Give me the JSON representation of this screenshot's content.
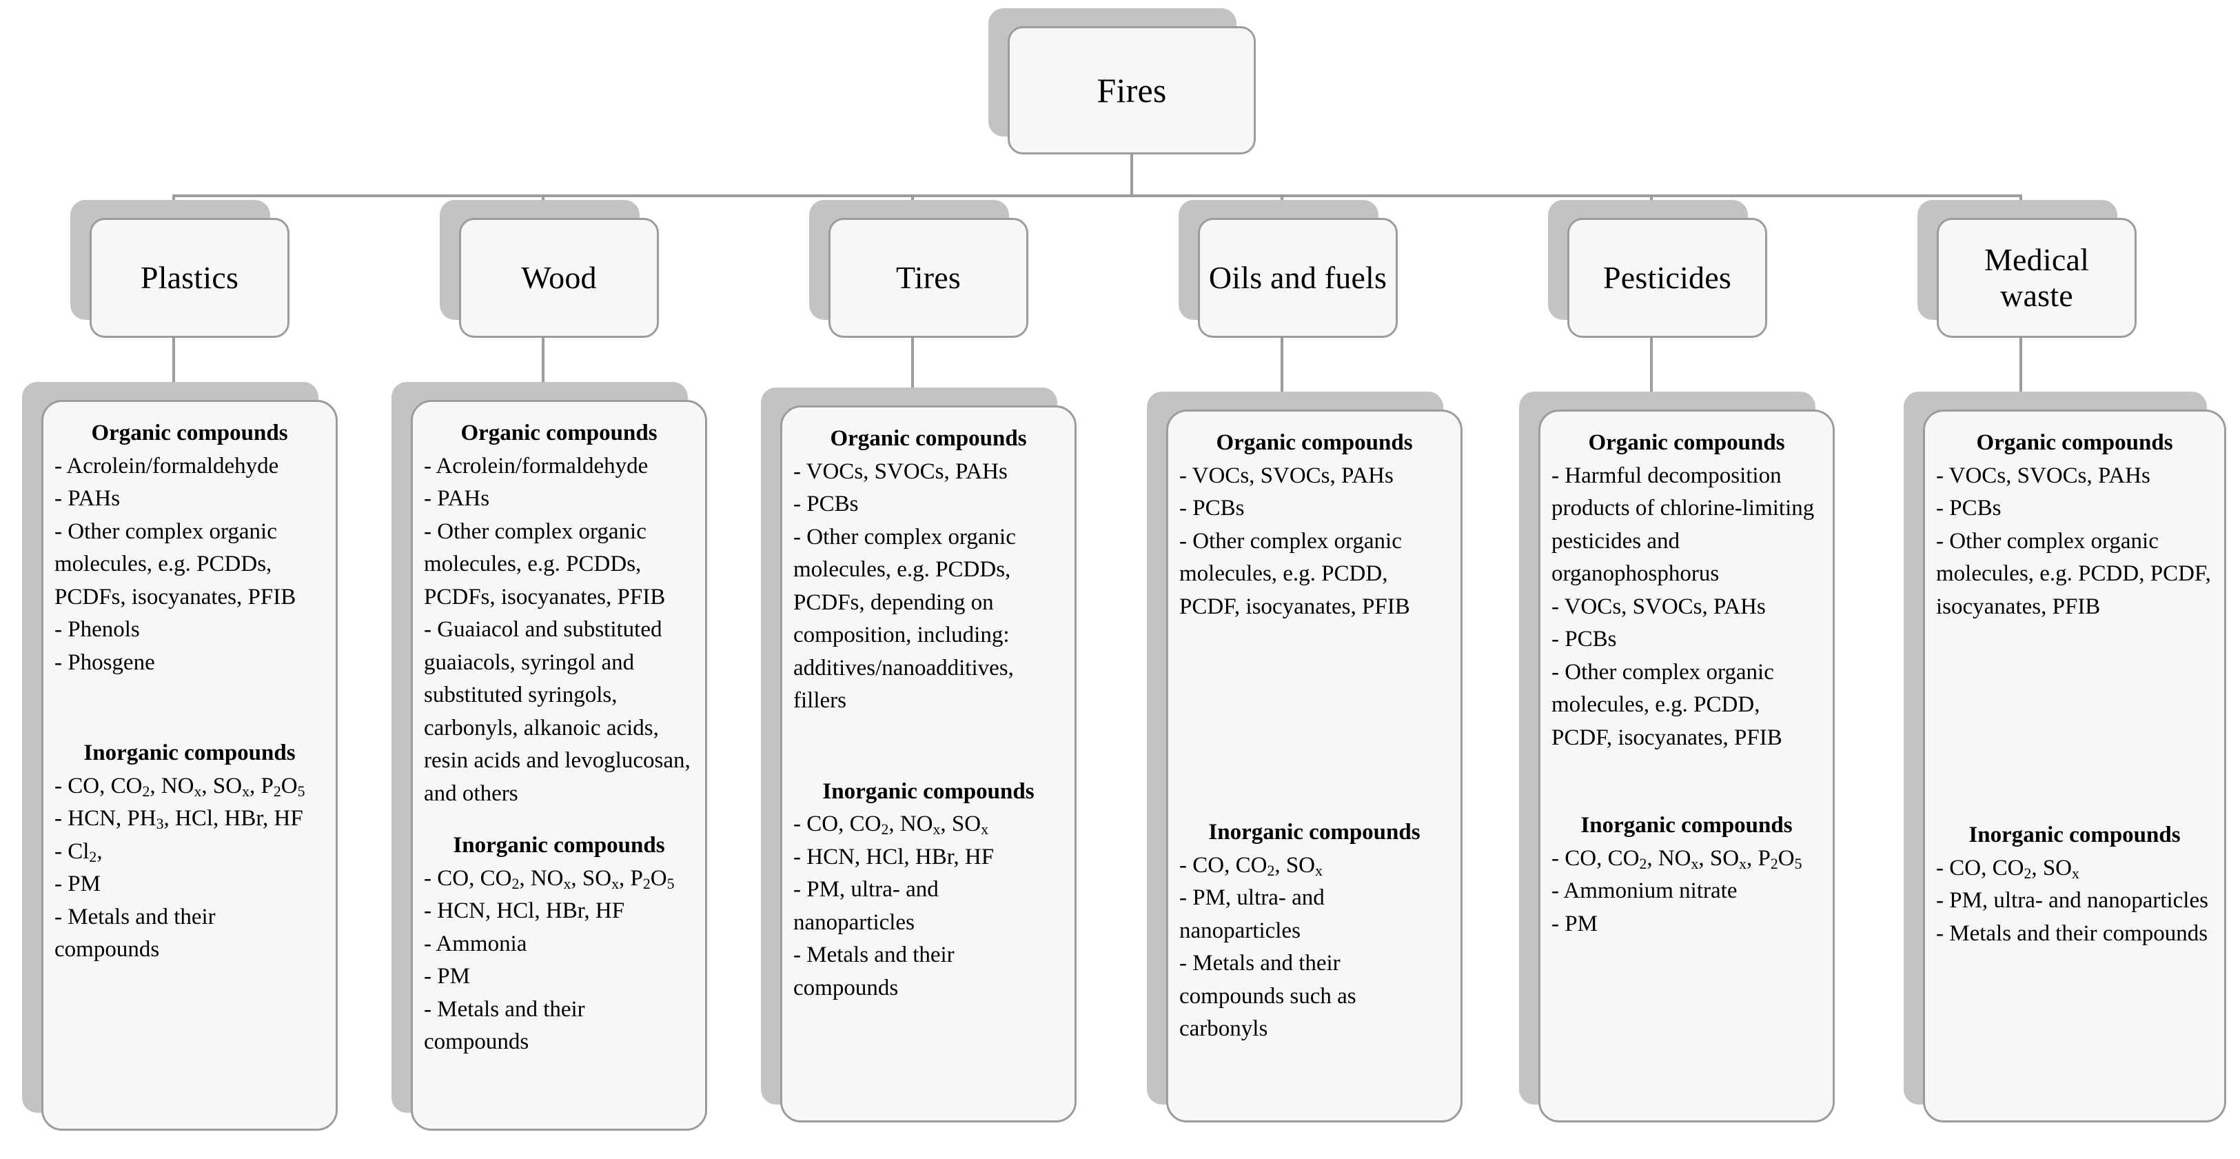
{
  "diagram": {
    "title": "Fires",
    "root": {
      "label": "Fires"
    },
    "categories": [
      {
        "id": "plastics",
        "label": "Plastics"
      },
      {
        "id": "wood",
        "label": "Wood"
      },
      {
        "id": "tires",
        "label": "Tires"
      },
      {
        "id": "oils-and-fuels",
        "label": "Oils and fuels"
      },
      {
        "id": "pesticides",
        "label": "Pesticides"
      },
      {
        "id": "medical-waste",
        "label": "Medical waste"
      }
    ],
    "section_titles": {
      "organic": "Organic compounds",
      "inorganic": "Inorganic compounds"
    },
    "columns": [
      {
        "id": "plastics",
        "organic_title": "Organic compounds",
        "organic": [
          "- Acrolein/formaldehyde",
          "- PAHs",
          "- Other complex organic molecules, e.g. PCDDs, PCDFs, isocyanates, PFIB",
          "- Phenols",
          "- Phosgene"
        ],
        "inorganic_title": "Inorganic compounds",
        "inorganic_html": [
          "- CO, CO<sub>2</sub>, NO<sub>x</sub>, SO<sub>x</sub>, P<sub>2</sub>O<sub>5</sub>",
          "- HCN, PH<sub>3</sub>, HCl, HBr, HF",
          "- Cl<sub>2</sub>,",
          "- PM",
          "- Metals and their compounds"
        ]
      },
      {
        "id": "wood",
        "organic_title": "Organic compounds",
        "organic": [
          "- Acrolein/formaldehyde",
          "- PAHs",
          "- Other complex organic molecules, e.g. PCDDs, PCDFs, isocyanates, PFIB",
          "- Guaiacol and substituted guaiacols, syringol and substituted syringols, carbonyls, alkanoic acids, resin acids and levoglucosan, and others"
        ],
        "inorganic_title": "Inorganic compounds",
        "inorganic_html": [
          "- CO, CO<sub>2</sub>, NO<sub>x</sub>, SO<sub>x</sub>, P<sub>2</sub>O<sub>5</sub>",
          "- HCN, HCl, HBr, HF",
          "- Ammonia",
          "- PM",
          "- Metals and their compounds"
        ]
      },
      {
        "id": "tires",
        "organic_title": "Organic compounds",
        "organic": [
          "- VOCs, SVOCs, PAHs",
          "- PCBs",
          "- Other complex organic molecules, e.g. PCDDs, PCDFs, depending on composition, including: additives/nanoadditives, fillers"
        ],
        "inorganic_title": "Inorganic compounds",
        "inorganic_html": [
          "- CO, CO<sub>2</sub>, NO<sub>x</sub>, SO<sub>x</sub>",
          "- HCN, HCl, HBr, HF",
          "- PM, ultra- and nanoparticles",
          "- Metals and their compounds"
        ]
      },
      {
        "id": "oils-and-fuels",
        "organic_title": "Organic compounds",
        "organic": [
          "- VOCs, SVOCs, PAHs",
          "- PCBs",
          "- Other complex organic molecules, e.g. PCDD, PCDF, isocyanates, PFIB"
        ],
        "inorganic_title": "Inorganic compounds",
        "inorganic_html": [
          "- CO, CO<sub>2</sub>, SO<sub>x</sub>",
          "- PM, ultra- and nanoparticles",
          "- Metals and their compounds such as carbonyls"
        ]
      },
      {
        "id": "pesticides",
        "organic_title": "Organic compounds",
        "organic": [
          "- Harmful decomposition products of chlorine-limiting pesticides and organophosphorus",
          "- VOCs, SVOCs, PAHs",
          "- PCBs",
          "- Other complex organic molecules, e.g. PCDD, PCDF, isocyanates, PFIB"
        ],
        "inorganic_title": "Inorganic compounds",
        "inorganic_html": [
          "- CO, CO<sub>2</sub>, NO<sub>x</sub>, SO<sub>x</sub>, P<sub>2</sub>O<sub>5</sub>",
          "- Ammonium nitrate",
          "- PM"
        ]
      },
      {
        "id": "medical-waste",
        "organic_title": "Organic compounds",
        "organic": [
          "- VOCs, SVOCs, PAHs",
          "- PCBs",
          "- Other complex organic molecules, e.g. PCDD, PCDF, isocyanates, PFIB"
        ],
        "inorganic_title": "Inorganic compounds",
        "inorganic_html": [
          "- CO, CO<sub>2</sub>, SO<sub>x</sub>",
          "- PM, ultra- and nanoparticles",
          "- Metals and their compounds"
        ]
      }
    ],
    "colors": {
      "box_fill": "#f7f7f5",
      "box_border": "#9c9c9c",
      "shadow": "#c3c3c3",
      "connector": "#9c9c9c",
      "text": "#000000",
      "background": "#ffffff"
    }
  }
}
